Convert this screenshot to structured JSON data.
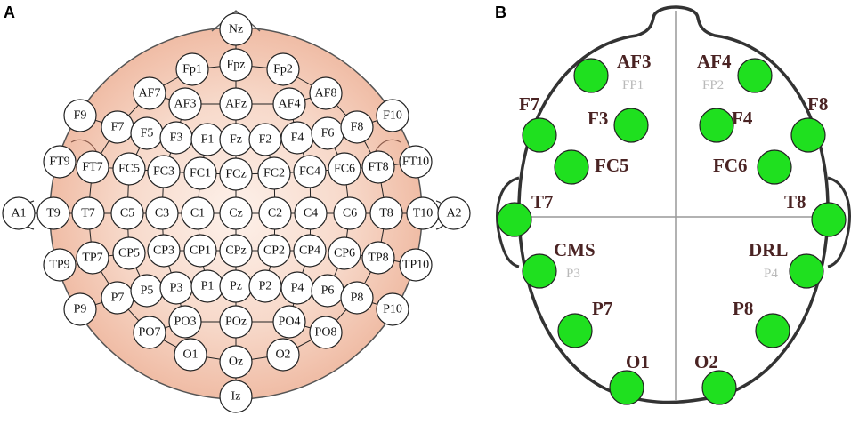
{
  "panels": {
    "a": {
      "letter": "A"
    },
    "b": {
      "letter": "B"
    }
  },
  "colors": {
    "head_fill": "#f2c3ad",
    "electrode_green": "#1fe01f",
    "label_brown": "#4a2323",
    "sub_label_gray": "#b9b9b9"
  },
  "panel_a_electrodes": [
    "Nz",
    "Fpz",
    "Fp1",
    "Fp2",
    "AF7",
    "AF3",
    "AFz",
    "AF4",
    "AF8",
    "F9",
    "F7",
    "F5",
    "F3",
    "F1",
    "Fz",
    "F2",
    "F4",
    "F6",
    "F8",
    "F10",
    "FT9",
    "FT7",
    "FC5",
    "FC3",
    "FC1",
    "FCz",
    "FC2",
    "FC4",
    "FC6",
    "FT8",
    "FT10",
    "A1",
    "T9",
    "T7",
    "C5",
    "C3",
    "C1",
    "Cz",
    "C2",
    "C4",
    "C6",
    "T8",
    "T10",
    "A2",
    "TP9",
    "TP7",
    "CP5",
    "CP3",
    "CP1",
    "CPz",
    "CP2",
    "CP4",
    "CP6",
    "TP8",
    "TP10",
    "P9",
    "P7",
    "P5",
    "P3",
    "P1",
    "Pz",
    "P2",
    "P4",
    "P6",
    "P8",
    "P10",
    "PO7",
    "PO3",
    "POz",
    "PO4",
    "PO8",
    "O1",
    "Oz",
    "O2",
    "Iz"
  ],
  "panel_b_electrodes": [
    {
      "label": "AF3",
      "sub": "FP1"
    },
    {
      "label": "AF4",
      "sub": "FP2"
    },
    {
      "label": "F7",
      "sub": ""
    },
    {
      "label": "F3",
      "sub": ""
    },
    {
      "label": "F4",
      "sub": ""
    },
    {
      "label": "F8",
      "sub": ""
    },
    {
      "label": "FC5",
      "sub": ""
    },
    {
      "label": "FC6",
      "sub": ""
    },
    {
      "label": "T7",
      "sub": ""
    },
    {
      "label": "T8",
      "sub": ""
    },
    {
      "label": "CMS",
      "sub": "P3"
    },
    {
      "label": "DRL",
      "sub": "P4"
    },
    {
      "label": "P7",
      "sub": ""
    },
    {
      "label": "P8",
      "sub": ""
    },
    {
      "label": "O1",
      "sub": ""
    },
    {
      "label": "O2",
      "sub": ""
    }
  ]
}
